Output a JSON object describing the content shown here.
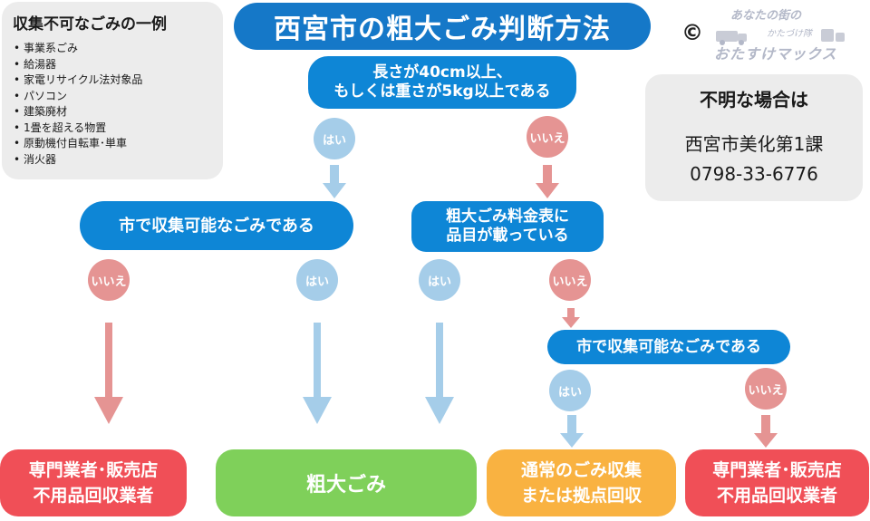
{
  "title": "西宮市の粗大ごみ判断方法",
  "not_collectable": {
    "heading": "収集不可なごみの一例",
    "items": [
      "事業系ごみ",
      "給湯器",
      "家電リサイクル法対象品",
      "パソコン",
      "建築廃材",
      "1畳を超える物置",
      "原動機付自転車･単車",
      "消火器"
    ]
  },
  "unknown": {
    "heading": "不明な場合は",
    "office": "西宮市美化第1課",
    "phone": "0798-33-6776"
  },
  "logo": {
    "copyright": "©",
    "line1": "あなたの街の",
    "line2": "かたづけ隊",
    "line3": "おたすけマックス"
  },
  "questions": {
    "q1": [
      "長さが40cm以上、",
      "もしくは重さが5kg以上である"
    ],
    "q2": "市で収集可能なごみである",
    "q3": [
      "粗大ごみ料金表に",
      "品目が載っている"
    ],
    "q4": "市で収集可能なごみである"
  },
  "answers": {
    "yes": "はい",
    "no": "いいえ"
  },
  "results": {
    "r1": [
      "専門業者･販売店",
      "不用品回収業者"
    ],
    "r2": "粗大ごみ",
    "r3": [
      "通常のごみ収集",
      "または拠点回収"
    ],
    "r4": [
      "専門業者･販売店",
      "不用品回収業者"
    ]
  },
  "colors": {
    "title_bg": "#1578c8",
    "question_bg": "#0e86d6",
    "yes": "#a5cde9",
    "no": "#e59493",
    "result_red": "#f04f57",
    "result_green": "#7fd05a",
    "result_orange": "#f9b241",
    "panel_bg": "#ececec"
  }
}
